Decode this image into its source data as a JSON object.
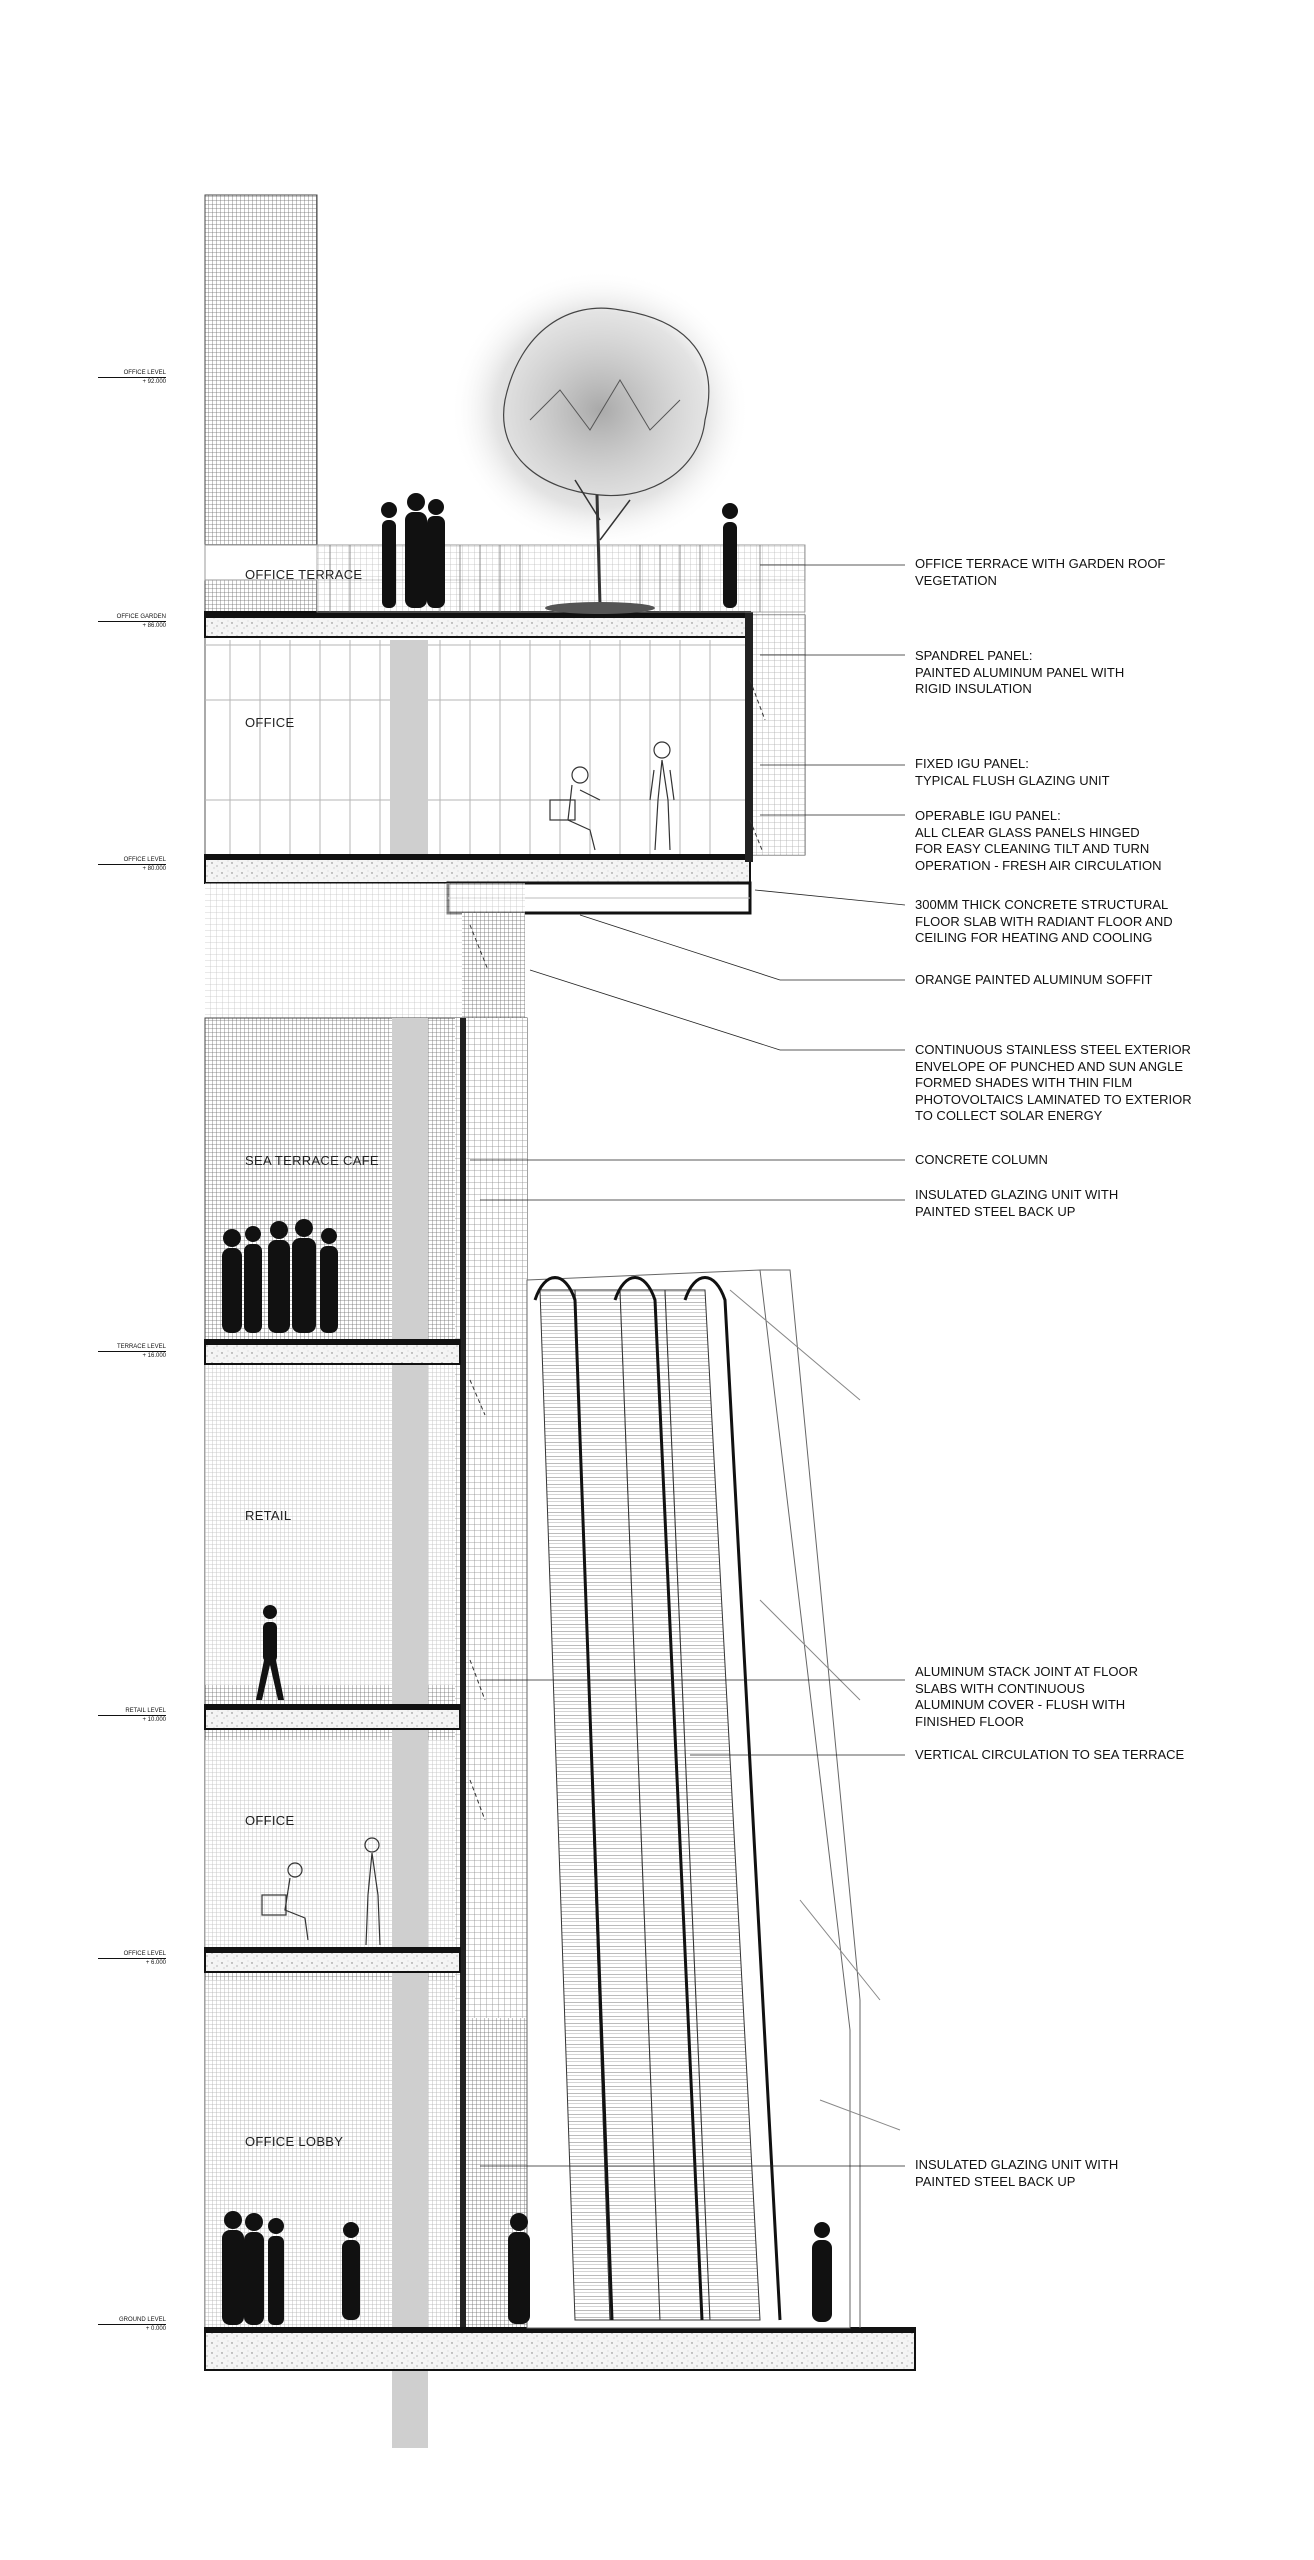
{
  "rooms": {
    "office_terrace": "OFFICE TERRACE",
    "office_upper": "OFFICE",
    "sea_terrace_cafe": "SEA TERRACE CAFE",
    "retail": "RETAIL",
    "office_lower": "OFFICE",
    "office_lobby": "OFFICE LOBBY"
  },
  "levels": [
    {
      "name": "OFFICE LEVEL",
      "elevation": "+ 92.000"
    },
    {
      "name": "OFFICE GARDEN",
      "elevation": "+ 86.000"
    },
    {
      "name": "OFFICE LEVEL",
      "elevation": "+ 80.000"
    },
    {
      "name": "TERRACE LEVEL",
      "elevation": "+ 16.000"
    },
    {
      "name": "RETAIL LEVEL",
      "elevation": "+ 10.000"
    },
    {
      "name": "OFFICE LEVEL",
      "elevation": "+ 6.000"
    },
    {
      "name": "GROUND LEVEL",
      "elevation": "+ 0.000"
    }
  ],
  "notes": [
    "OFFICE TERRACE WITH GARDEN ROOF\nVEGETATION",
    "SPANDREL PANEL:\nPAINTED ALUMINUM PANEL WITH\nRIGID INSULATION",
    "FIXED IGU PANEL:\nTYPICAL FLUSH GLAZING UNIT",
    "OPERABLE IGU PANEL:\nALL CLEAR GLASS PANELS HINGED\nFOR EASY CLEANING TILT AND TURN\nOPERATION - FRESH AIR CIRCULATION",
    "300MM THICK CONCRETE STRUCTURAL\nFLOOR SLAB WITH RADIANT FLOOR AND\nCEILING FOR HEATING AND COOLING",
    "ORANGE PAINTED ALUMINUM SOFFIT",
    "CONTINUOUS STAINLESS STEEL EXTERIOR\nENVELOPE OF PUNCHED AND SUN ANGLE\nFORMED SHADES WITH THIN FILM\nPHOTOVOLTAICS LAMINATED TO EXTERIOR\nTO COLLECT SOLAR ENERGY",
    "CONCRETE COLUMN",
    "INSULATED GLAZING UNIT WITH\nPAINTED STEEL BACK UP",
    "ALUMINUM STACK JOINT AT FLOOR\nSLABS WITH CONTINUOUS\nALUMINUM COVER - FLUSH WITH\nFINISHED FLOOR",
    "VERTICAL CIRCULATION TO SEA TERRACE",
    "INSULATED GLAZING UNIT WITH\nPAINTED STEEL BACK UP"
  ]
}
